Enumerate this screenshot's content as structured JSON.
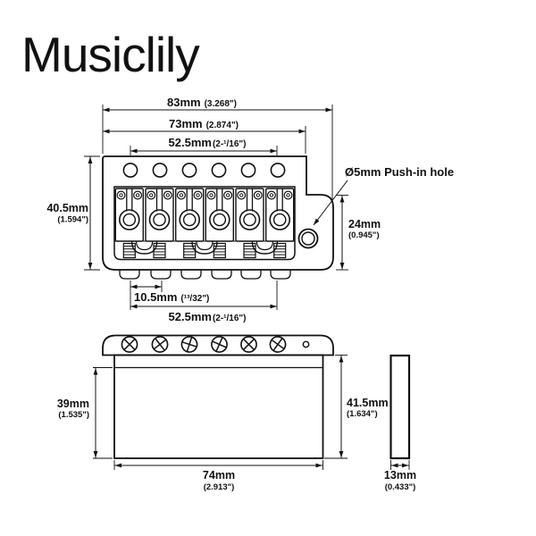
{
  "brand": {
    "logo_text": "Musiclily"
  },
  "colors": {
    "background": "#ffffff",
    "line": "#111111"
  },
  "top_view": {
    "push_in_hole_label": "Ø5mm Push-in hole",
    "dims": {
      "overall_width": {
        "mm": "83mm",
        "inch": "(3.268\")"
      },
      "plate_width": {
        "mm": "73mm",
        "inch": "(2.874\")"
      },
      "mount_screw_spacing": {
        "mm": "52.5mm",
        "inch": "(2-¹/16\")"
      },
      "plate_depth": {
        "mm": "40.5mm",
        "inch": "(1.594\")"
      },
      "arm_tab_depth": {
        "mm": "24mm",
        "inch": "(0.945\")"
      },
      "string_spacing": {
        "mm": "10.5mm",
        "inch": "(¹³/32\")"
      },
      "e_to_e_spacing": {
        "mm": "52.5mm",
        "inch": "(2-¹/16\")"
      }
    }
  },
  "front_view": {
    "dims": {
      "block_height": {
        "mm": "39mm",
        "inch": "(1.535\")"
      },
      "overall_height": {
        "mm": "41.5mm",
        "inch": "(1.634\")"
      },
      "block_width": {
        "mm": "74mm",
        "inch": "(2.913\")"
      }
    }
  },
  "side_view": {
    "dims": {
      "block_thickness": {
        "mm": "13mm",
        "inch": "(0.433\")"
      }
    }
  }
}
